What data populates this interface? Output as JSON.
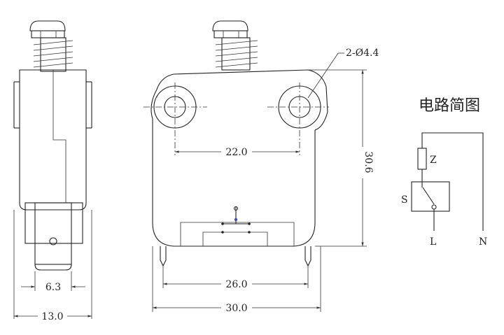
{
  "dimensions": {
    "pitch_holes": "22.0",
    "height": "30.6",
    "terminal_pitch": "26.0",
    "width": "30.0",
    "thickness": "13.0",
    "terminal_width": "6.3",
    "hole_callout": "2-Ø4.4"
  },
  "circuit": {
    "title": "电路简图",
    "labels": {
      "z": "Z",
      "s": "S",
      "l": "L",
      "n": "N"
    }
  }
}
